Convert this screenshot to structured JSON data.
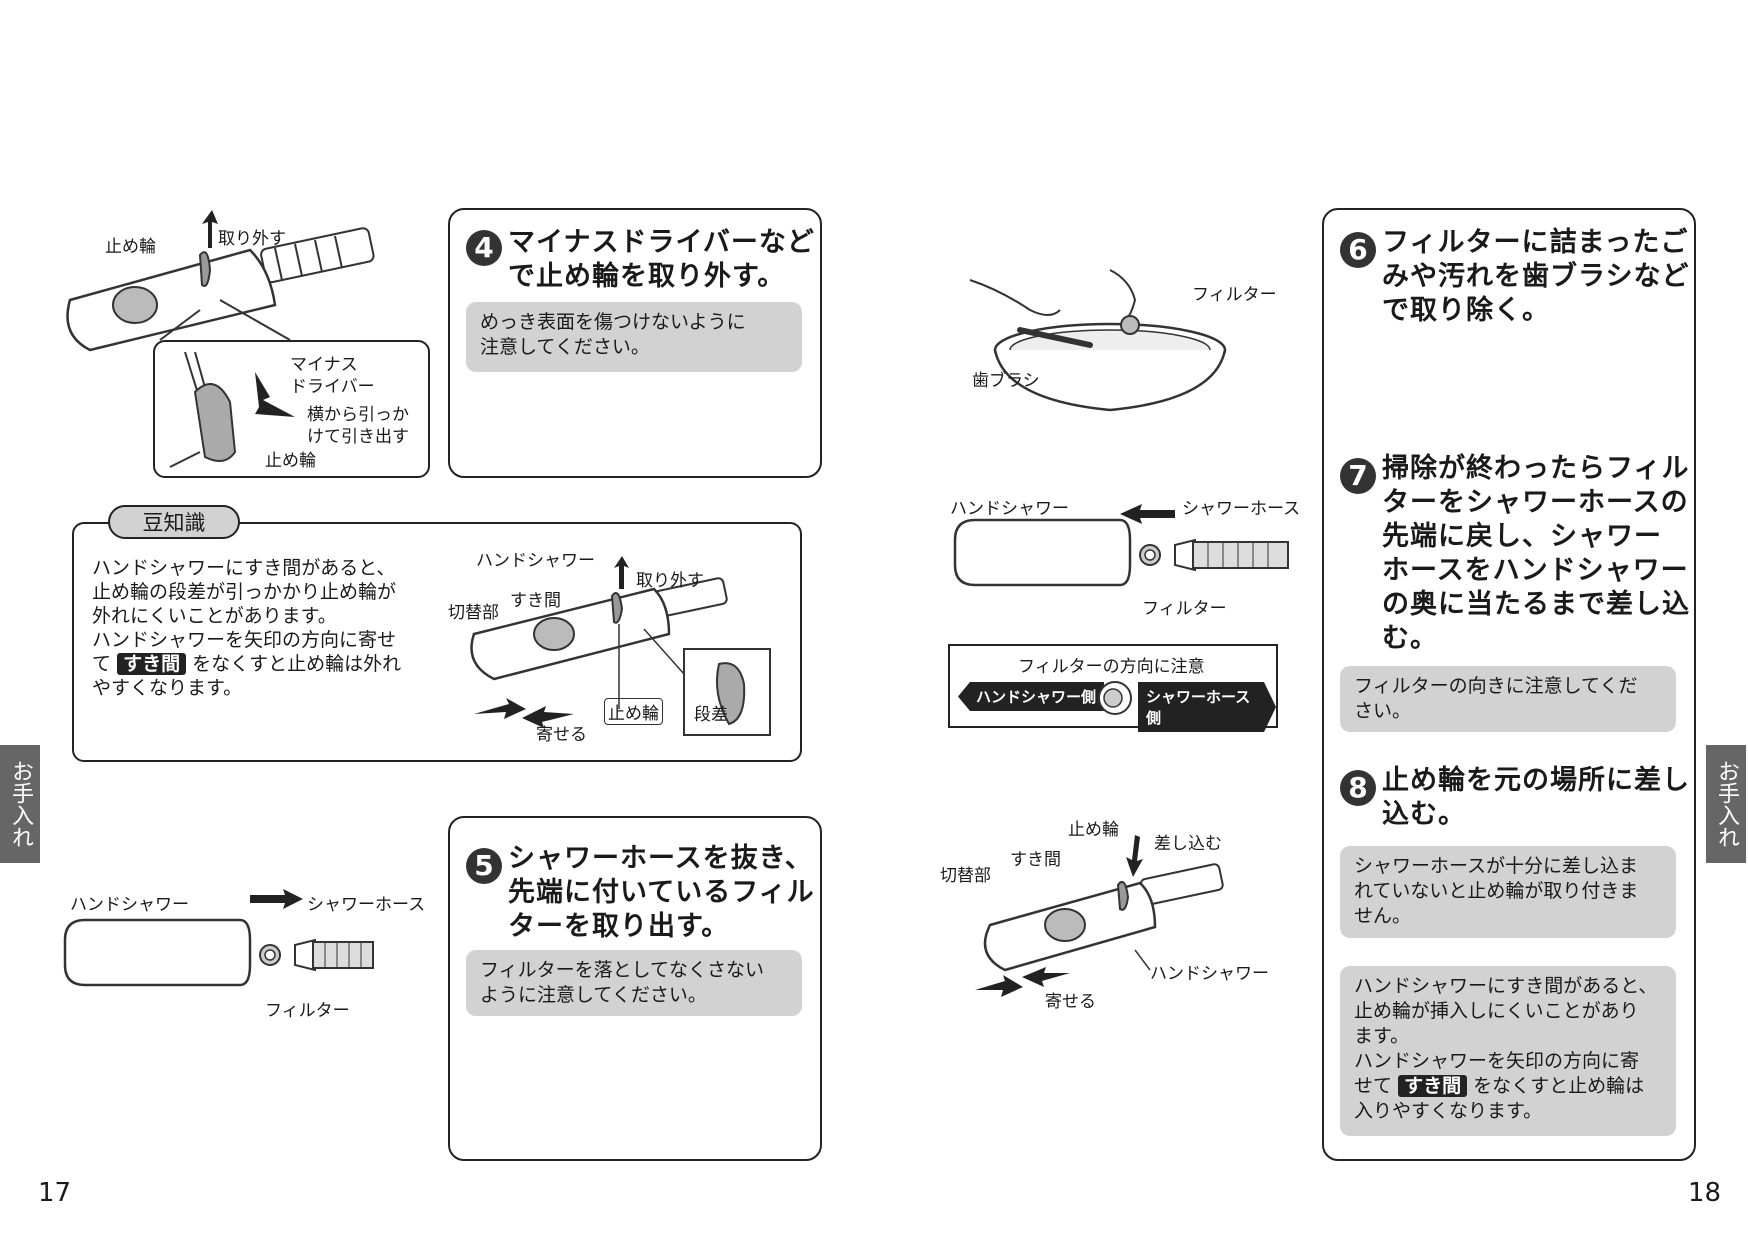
{
  "side_tab": "お手入れ",
  "page_left": "17",
  "page_right": "18",
  "step4": {
    "num": "4",
    "title_l1": "マイナスドライバーなど",
    "title_l2": "で止め輪を取り外す。",
    "note_l1": "めっき表面を傷つけないように",
    "note_l2": "注意してください。"
  },
  "fig4": {
    "ring": "止め輪",
    "remove": "取り外す",
    "driver_l1": "マイナス",
    "driver_l2": "ドライバー",
    "pull_l1": "横から引っか",
    "pull_l2": "けて引き出す",
    "ring2": "止め輪"
  },
  "tip": {
    "heading": "豆知識",
    "l1": "ハンドシャワーにすき間があると、",
    "l2": "止め輪の段差が引っかかり止め輪が",
    "l3": "外れにくいことがあります。",
    "l4": "ハンドシャワーを矢印の方向に寄せ",
    "l5_pre": "て",
    "gap": "すき間",
    "l5_post": "をなくすと止め輪は外れ",
    "l6": "やすくなります。",
    "fig_hand": "ハンドシャワー",
    "fig_remove": "取り外す",
    "fig_switch": "切替部",
    "fig_gap": "すき間",
    "fig_ring": "止め輪",
    "fig_step": "段差",
    "fig_push": "寄せる"
  },
  "step5": {
    "num": "5",
    "title_l1": "シャワーホースを抜き、",
    "title_l2": "先端に付いているフィル",
    "title_l3": "ターを取り出す。",
    "note_l1": "フィルターを落としてなくさない",
    "note_l2": "ように注意してください。"
  },
  "fig5": {
    "hand": "ハンドシャワー",
    "hose": "シャワーホース",
    "filter": "フィルター"
  },
  "fig6": {
    "filter": "フィルター",
    "brush": "歯ブラシ"
  },
  "fig7": {
    "hand": "ハンドシャワー",
    "hose": "シャワーホース",
    "filter": "フィルター",
    "caution": "フィルターの方向に注意",
    "side_hand": "ハンドシャワー側",
    "side_hose": "シャワーホース側"
  },
  "fig8": {
    "ring": "止め輪",
    "insert": "差し込む",
    "gap": "すき間",
    "switch": "切替部",
    "hand": "ハンドシャワー",
    "push": "寄せる"
  },
  "step6": {
    "num": "6",
    "title_l1": "フィルターに詰まったご",
    "title_l2": "みや汚れを歯ブラシなど",
    "title_l3": "で取り除く。"
  },
  "step7": {
    "num": "7",
    "title_l1": "掃除が終わったらフィル",
    "title_l2": "ターをシャワーホースの",
    "title_l3": "先端に戻し、シャワー",
    "title_l4": "ホースをハンドシャワー",
    "title_l5": "の奥に当たるまで差し込",
    "title_l6": "む。",
    "note_l1": "フィルターの向きに注意してくだ",
    "note_l2": "さい。"
  },
  "step8": {
    "num": "8",
    "title_l1": "止め輪を元の場所に差し",
    "title_l2": "込む。",
    "note1_l1": "シャワーホースが十分に差し込ま",
    "note1_l2": "れていないと止め輪が取り付きま",
    "note1_l3": "せん。",
    "note2_l1": "ハンドシャワーにすき間があると、",
    "note2_l2": "止め輪が挿入しにくいことがあり",
    "note2_l3": "ます。",
    "note2_l4": "ハンドシャワーを矢印の方向に寄",
    "note2_l5_pre": "せて",
    "gap": "すき間",
    "note2_l5_post": "をなくすと止め輪は",
    "note2_l6": "入りやすくなります。"
  }
}
